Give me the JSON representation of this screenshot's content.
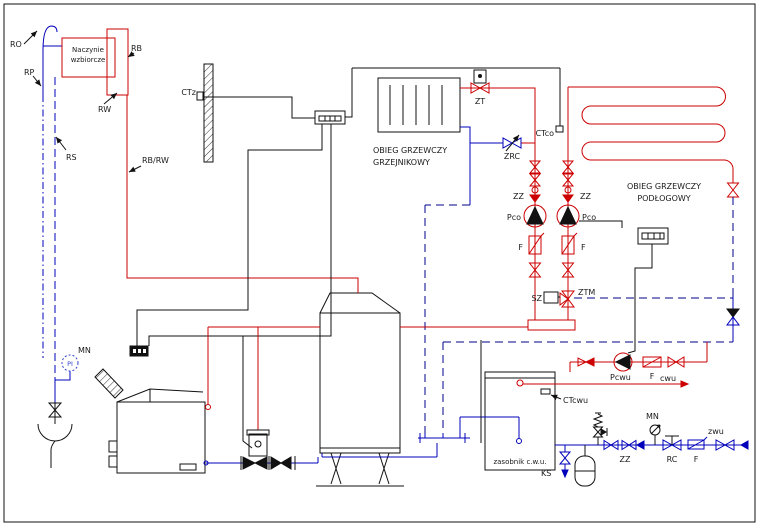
{
  "diagram": {
    "colors": {
      "supply": "#cc0000",
      "return": "#0000bb",
      "dash": "#00008b",
      "wire": "#111111",
      "gauge": "#3344cc",
      "text": "#1a1a1a"
    },
    "labels": {
      "ro": "RO",
      "rp": "RP",
      "rb": "RB",
      "rw": "RW",
      "rs": "RS",
      "rb_rw": "RB/RW",
      "naczynie_1": "Naczynie",
      "naczynie_2": "wzbiorcze",
      "ctz": "CTz",
      "mn_left": "MN",
      "pi": "PI",
      "obieg_grzejnikowy_1": "OBIEG GRZEWCZY",
      "obieg_grzejnikowy_2": "GRZEJNIKOWY",
      "zt": "ZT",
      "zrc": "ZRC",
      "ctco": "CTco",
      "zz_left": "ZZ",
      "zz_right": "ZZ",
      "obieg_podlogowy_1": "OBIEG GRZEWCZY",
      "obieg_podlogowy_2": "PODŁOGOWY",
      "pco_left": "Pco",
      "pco_right": "Pco",
      "f_left": "F",
      "f_right": "F",
      "sz": "SZ",
      "ztm": "ZTM",
      "zasobnik": "zasobnik c.w.u.",
      "ctcwu": "CTcwu",
      "pcwu": "Pcwu",
      "f_pcwu": "F",
      "cwu": "cwu",
      "ks": "KS",
      "mn_right": "MN",
      "zz_cw": "ZZ",
      "rc": "RC",
      "f_cw": "F",
      "zwu": "zwu"
    }
  }
}
